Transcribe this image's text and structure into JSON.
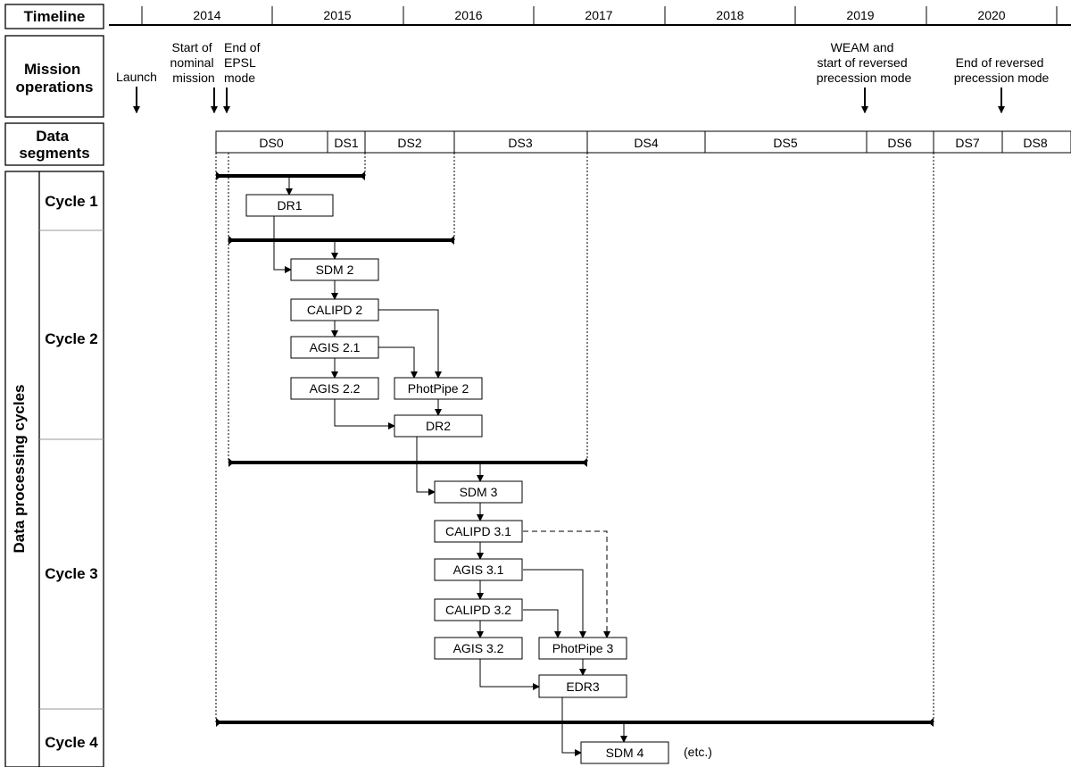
{
  "headers": {
    "timeline": "Timeline",
    "mission_ops": [
      "Mission",
      "operations"
    ],
    "data_segments": [
      "Data",
      "segments"
    ],
    "processing": "Data processing cycles"
  },
  "years": [
    "2014",
    "2015",
    "2016",
    "2017",
    "2018",
    "2019",
    "2020"
  ],
  "events": [
    {
      "name": "launch",
      "lines": [
        "Launch"
      ]
    },
    {
      "name": "start-nominal",
      "lines": [
        "Start of",
        "nominal",
        "mission"
      ]
    },
    {
      "name": "end-epsl",
      "lines": [
        "End of",
        "EPSL",
        "mode"
      ]
    },
    {
      "name": "weam",
      "lines": [
        "WEAM and",
        "start of reversed",
        "precession mode"
      ]
    },
    {
      "name": "end-reversed",
      "lines": [
        "End of reversed",
        "precession mode"
      ]
    }
  ],
  "segments": [
    "DS0",
    "DS1",
    "DS2",
    "DS3",
    "DS4",
    "DS5",
    "DS6",
    "DS7",
    "DS8"
  ],
  "cycles": [
    "Cycle 1",
    "Cycle 2",
    "Cycle 3",
    "Cycle 4"
  ],
  "boxes": {
    "dr1": "DR1",
    "sdm2": "SDM 2",
    "calipd2": "CALIPD 2",
    "agis21": "AGIS 2.1",
    "agis22": "AGIS 2.2",
    "photpipe2": "PhotPipe 2",
    "dr2": "DR2",
    "sdm3": "SDM 3",
    "calipd31": "CALIPD 3.1",
    "agis31": "AGIS 3.1",
    "calipd32": "CALIPD 3.2",
    "agis32": "AGIS 3.2",
    "photpipe3": "PhotPipe 3",
    "edr3": "EDR3",
    "sdm4": "SDM 4"
  },
  "etc_label": "(etc.)"
}
